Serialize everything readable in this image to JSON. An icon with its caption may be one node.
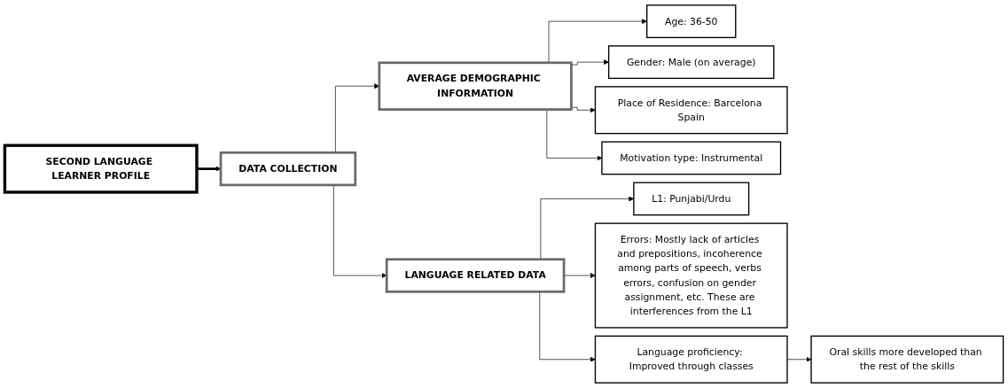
{
  "diagram": {
    "nodes": [
      {
        "text": [
          "SECOND LANGUAGE LEARNER PROFILE"
        ]
      },
      {
        "text": [
          "AVERAGE DEMOGRAPHIC INFORMATION"
        ]
      },
      {
        "text": [
          "DATA COLLECTION"
        ]
      },
      {
        "text": [
          "Age: 36-50"
        ]
      },
      {
        "text": [
          "Gender: Male (on average)"
        ]
      },
      {
        "text": [
          "Place of Residence: Barcelona Spain"
        ]
      },
      {
        "text": [
          "Motivation type: Instrumental"
        ]
      },
      {
        "text": [
          "L1: Punjabi/Urdu"
        ]
      },
      {
        "text": [
          "Errors: Mostly lack of articles and prepositions, incoherence among parts of speech, verbs errors, confusion on gender assignment, etc. These are interferences from the L1"
        ]
      },
      {
        "text": [
          "LANGUAGE RELATED DATA"
        ]
      },
      {
        "text": [
          "Language proficiency: Improved through classes"
        ]
      },
      {
        "text": [
          "Oral skills more developed than the rest of the skills"
        ]
      }
    ],
    "edges": [
      {
        "from": 0,
        "to": 2,
        "arrow": "to",
        "style": "thick"
      },
      {
        "from": 2,
        "to": 1,
        "arrow": "to"
      },
      {
        "from": 2,
        "to": 9,
        "arrow": "to"
      },
      {
        "from": 1,
        "to": 3,
        "arrow": "to"
      },
      {
        "from": 1,
        "to": 4,
        "arrow": "to"
      },
      {
        "from": 1,
        "to": 5,
        "arrow": "to"
      },
      {
        "from": 1,
        "to": 6,
        "arrow": "to"
      },
      {
        "from": 9,
        "to": 7,
        "arrow": "to"
      },
      {
        "from": 9,
        "to": 8,
        "arrow": "to"
      },
      {
        "from": 9,
        "to": 10,
        "arrow": "to"
      },
      {
        "from": 10,
        "to": 11,
        "arrow": "to"
      }
    ]
  }
}
